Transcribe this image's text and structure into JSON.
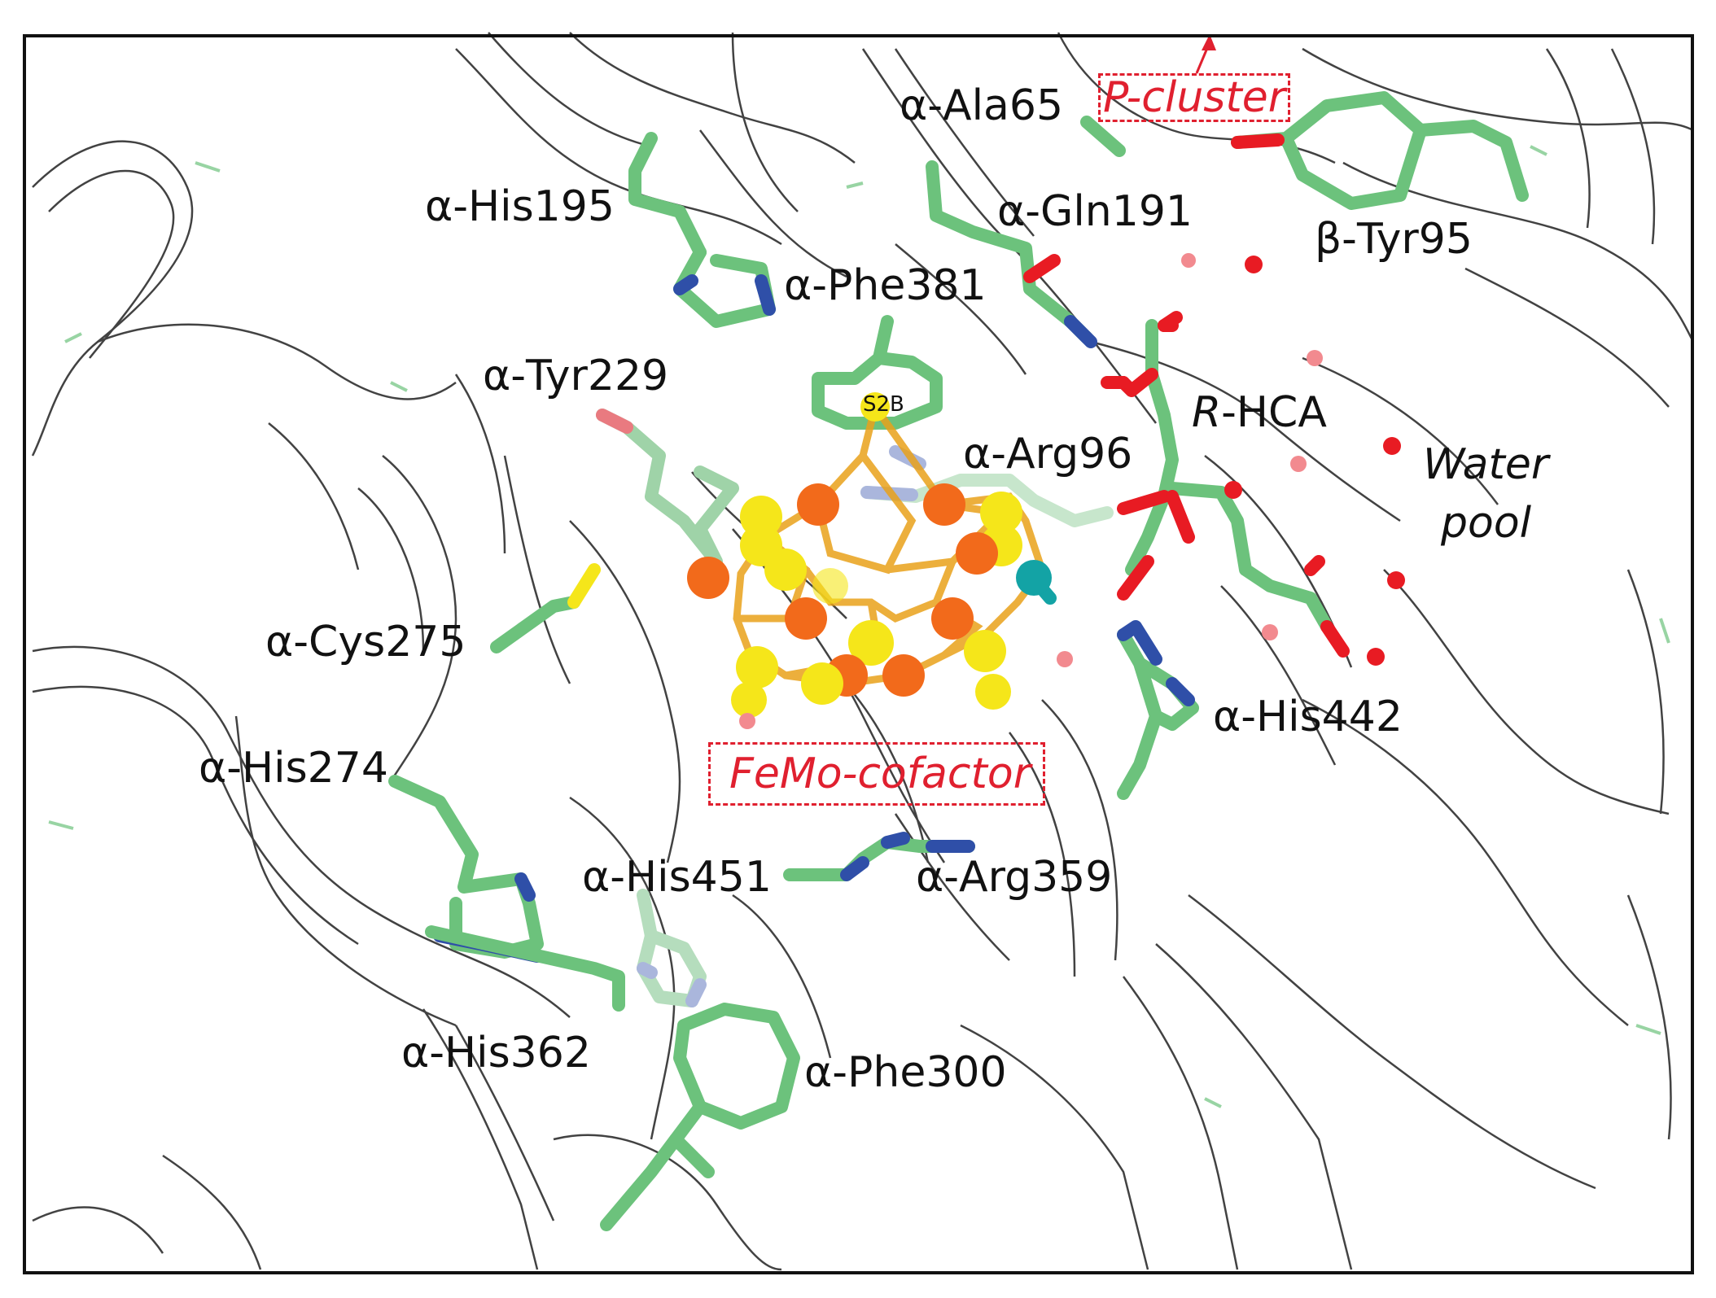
{
  "labels": {
    "ala65": "α-Ala65",
    "p_cluster": "P-cluster",
    "his195": "α-His195",
    "gln191": "α-Gln191",
    "tyr95": "β-Tyr95",
    "phe381": "α-Phe381",
    "tyr229": "α-Tyr229",
    "s2b": "S2B",
    "r_hca_prefix": "R",
    "r_hca_suffix": "-HCA",
    "arg96": "α-Arg96",
    "water": "Water",
    "pool": "pool",
    "cys275": "α-Cys275",
    "his442": "α-His442",
    "his274": "α-His274",
    "femoco": "FeMo-cofactor",
    "his451": "α-His451",
    "arg359": "α-Arg359",
    "his362": "α-His362",
    "phe300": "α-Phe300"
  },
  "colors": {
    "carbon": "#6cc27c",
    "nitrogen": "#2f4fa8",
    "oxygen": "#e81b23",
    "iron": "#f26a1b",
    "sulfur": "#f5e61a",
    "molybdenum": "#13a3a5",
    "annotation": "#e0202f"
  }
}
